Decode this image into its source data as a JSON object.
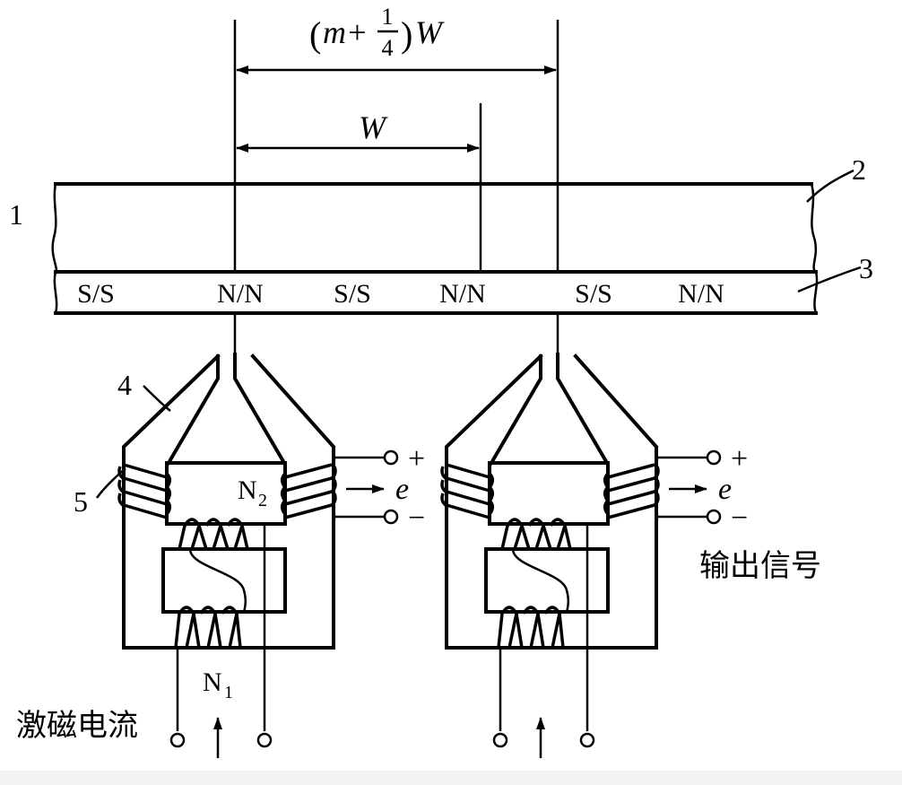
{
  "labels": {
    "part1": "1",
    "part2": "2",
    "part3": "3",
    "part4": "4",
    "part5": "5"
  },
  "dimension_top": {
    "open_paren": "(",
    "m_plus": "m+",
    "frac_num": "1",
    "frac_den": "4",
    "close_paren": ")",
    "w": "W"
  },
  "dimension_inner": "W",
  "poles": [
    "S/S",
    "N/N",
    "S/S",
    "N/N",
    "S/S",
    "N/N"
  ],
  "coil_left": {
    "n2": "N",
    "n2_sub": "2",
    "n1": "N",
    "n1_sub": "1"
  },
  "terminals": {
    "plus": "+",
    "minus": "−",
    "emf": "e"
  },
  "text": {
    "output_signal": "输出信号",
    "excitation_current": "激磁电流"
  }
}
